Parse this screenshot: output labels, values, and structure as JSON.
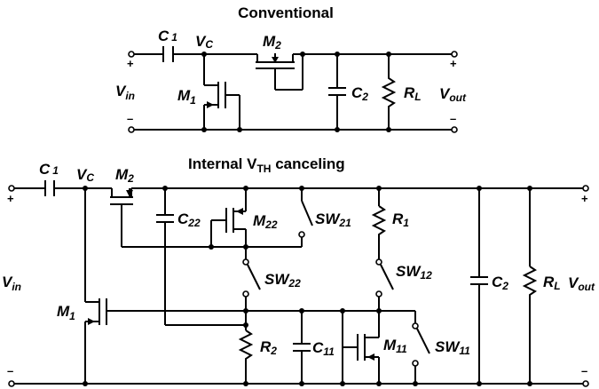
{
  "titles": {
    "conventional": "Conventional",
    "internal": "Internal V",
    "internal_sub": "TH",
    "internal_tail": " canceling"
  },
  "top": {
    "c1": "C",
    "c1_sub": "1",
    "vc": "V",
    "vc_sub": "C",
    "m2": "M",
    "m2_sub": "2",
    "vin": "V",
    "vin_sub": "in",
    "m1": "M",
    "m1_sub": "1",
    "c2": "C",
    "c2_sub": "2",
    "rl": "R",
    "rl_sub": "L",
    "vout": "V",
    "vout_sub": "out",
    "plus": "+",
    "minus": "–"
  },
  "bottom": {
    "c1": "C",
    "c1_sub": "1",
    "vc": "V",
    "vc_sub": "C",
    "m2": "M",
    "m2_sub": "2",
    "c22": "C",
    "c22_sub": "22",
    "m22": "M",
    "m22_sub": "22",
    "sw21": "SW",
    "sw21_sub": "21",
    "r1": "R",
    "r1_sub": "1",
    "sw22": "SW",
    "sw22_sub": "22",
    "sw12": "SW",
    "sw12_sub": "12",
    "vin": "V",
    "vin_sub": "in",
    "m1": "M",
    "m1_sub": "1",
    "c2": "C",
    "c2_sub": "2",
    "rl": "R",
    "rl_sub": "L",
    "vout": "V",
    "vout_sub": "out",
    "r2": "R",
    "r2_sub": "2",
    "c11": "C",
    "c11_sub": "11",
    "m11": "M",
    "m11_sub": "11",
    "sw11": "SW",
    "sw11_sub": "11",
    "plus": "+",
    "minus": "–"
  }
}
